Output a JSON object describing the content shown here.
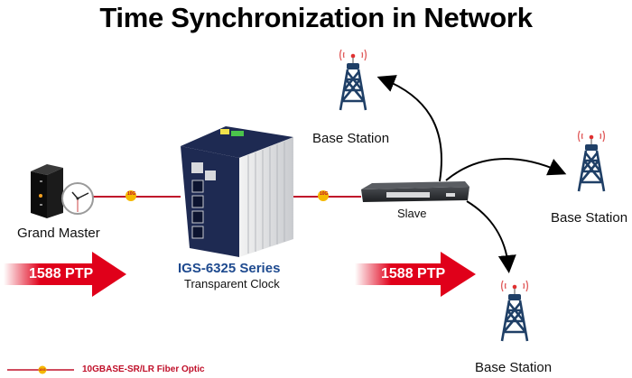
{
  "title": "Time Synchronization in Network",
  "nodes": {
    "grand_master": {
      "label": "Grand Master"
    },
    "transparent_clock": {
      "series": "IGS-6325 Series",
      "role": "Transparent Clock"
    },
    "slave": {
      "label": "Slave"
    },
    "base_station_top": {
      "label": "Base Station"
    },
    "base_station_right": {
      "label": "Base Station"
    },
    "base_station_bottom": {
      "label": "Base Station"
    }
  },
  "links": {
    "badge_text": "10G"
  },
  "ptp_arrows": [
    {
      "label": "1588 PTP"
    },
    {
      "label": "1588 PTP"
    }
  ],
  "legend": {
    "badge_text": "10G",
    "text": "10GBASE-SR/LR Fiber Optic"
  },
  "colors": {
    "link": "#c0102a",
    "badge": "#f5b800",
    "arrow_red": "#e0001a",
    "series_blue": "#1e4a8f",
    "tower_blue": "#1f3f66"
  }
}
